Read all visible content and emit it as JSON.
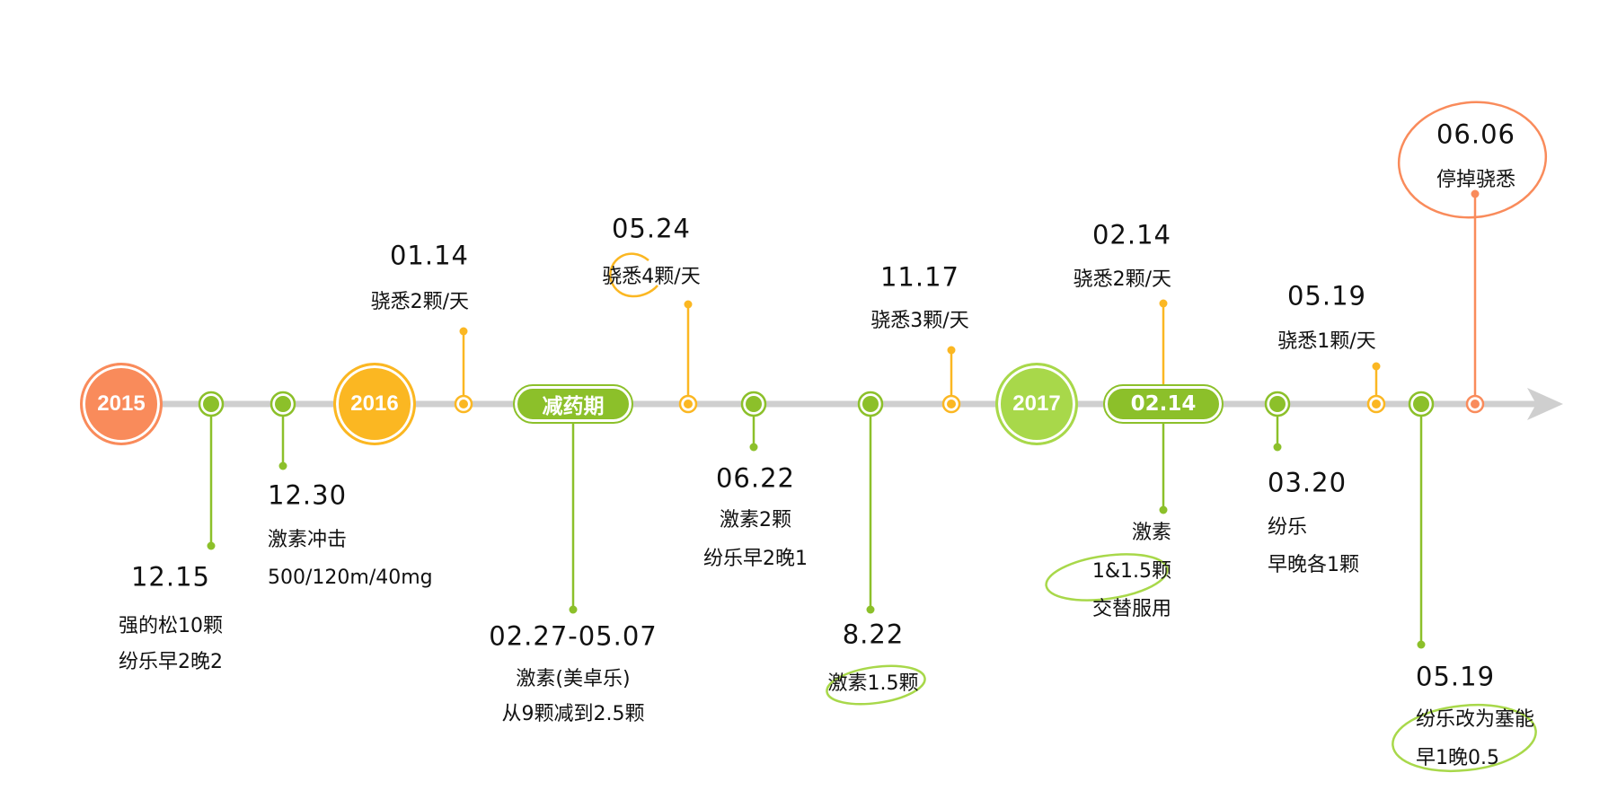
{
  "colors": {
    "orange": "#f98b5b",
    "yellow": "#fbb722",
    "green": "#8cc02a",
    "lime": "#a8d84a",
    "axis": "#cfcfcf"
  },
  "years": [
    {
      "label": "2015",
      "color": "orange"
    },
    {
      "label": "2016",
      "color": "yellow"
    },
    {
      "label": "2017",
      "color": "lime"
    }
  ],
  "pills": [
    {
      "label": "减药期"
    },
    {
      "label": "02.14"
    }
  ],
  "events": [
    {
      "date": "12.15",
      "lines": [
        "强的松10颗",
        "纷乐早2晚2"
      ]
    },
    {
      "date": "12.30",
      "lines": [
        "激素冲击",
        "500/120m/40mg"
      ]
    },
    {
      "date": "01.14",
      "lines": [
        "骁悉2颗/天"
      ]
    },
    {
      "date": "02.27-05.07",
      "lines": [
        "激素(美卓乐)",
        "从9颗减到2.5颗"
      ]
    },
    {
      "date": "05.24",
      "lines": [
        "骁悉4颗/天"
      ]
    },
    {
      "date": "06.22",
      "lines": [
        "激素2颗",
        "纷乐早2晚1"
      ]
    },
    {
      "date": "8.22",
      "lines": [
        "激素1.5颗"
      ]
    },
    {
      "date": "11.17",
      "lines": [
        "骁悉3颗/天"
      ]
    },
    {
      "date": "02.14",
      "lines": [
        "骁悉2颗/天"
      ]
    },
    {
      "date": "",
      "lines": [
        "激素",
        "1&1.5颗",
        "交替服用"
      ]
    },
    {
      "date": "03.20",
      "lines": [
        "纷乐",
        "早晚各1颗"
      ]
    },
    {
      "date": "05.19",
      "lines": [
        "骁悉1颗/天"
      ]
    },
    {
      "date": "05.19",
      "lines": [
        "纷乐改为塞能",
        "早1晚0.5"
      ]
    },
    {
      "date": "06.06",
      "lines": [
        "停掉骁悉"
      ]
    }
  ]
}
